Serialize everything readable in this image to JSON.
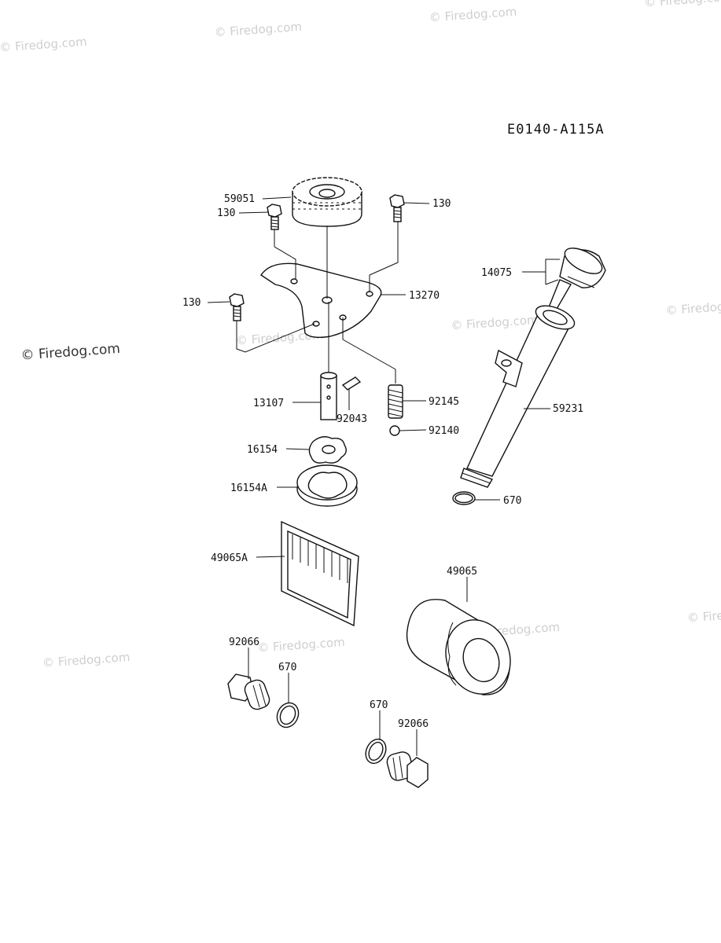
{
  "watermark": "© Firedog.com",
  "diagram_code": "E0140-A115A",
  "callouts": {
    "gear": "59051",
    "bolt_top_left": "130",
    "bolt_top_right": "130",
    "bolt_left": "130",
    "plate": "13270",
    "dipstick": "14075",
    "shaft": "13107",
    "pin": "92043",
    "spring": "92145",
    "ball": "92140",
    "rotor_inner": "16154",
    "rotor_outer": "16154A",
    "tube": "59231",
    "oring_tube": "670",
    "screen": "49065A",
    "filter": "49065",
    "plug_left": "92066",
    "oring_left": "670",
    "oring_right": "670",
    "plug_right": "92066"
  }
}
